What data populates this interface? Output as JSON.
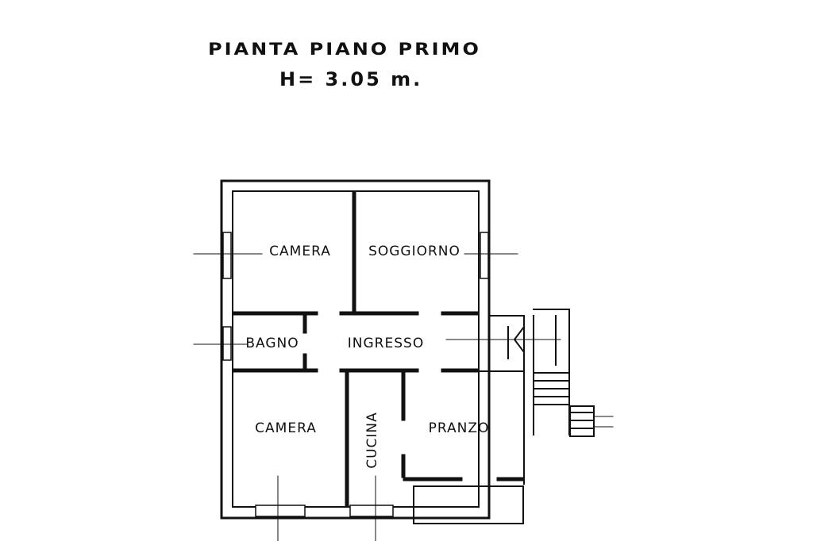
{
  "plan": {
    "title": "PIANTA PIANO PRIMO",
    "height_label": "H= 3.05 m."
  },
  "rooms": {
    "camera_top": "CAMERA",
    "soggiorno": "SOGGIORNO",
    "bagno": "BAGNO",
    "ingresso": "INGRESSO",
    "camera_bottom": "CAMERA",
    "cucina": "CUCINA",
    "pranzo": "PRANZO"
  }
}
